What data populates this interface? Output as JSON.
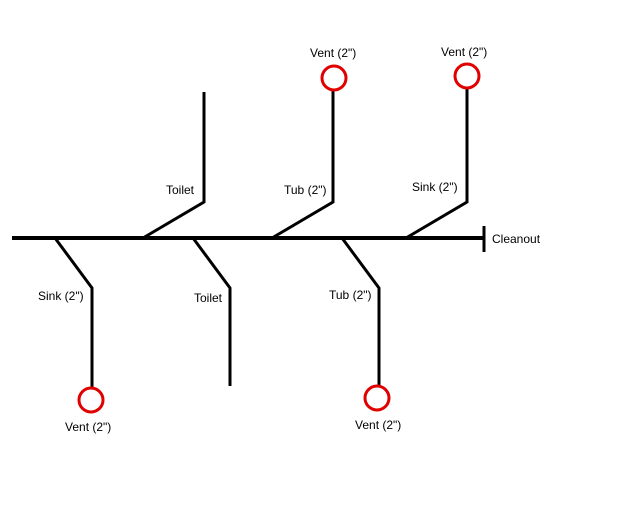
{
  "colors": {
    "background": "#ffffff",
    "pipe": "#000000",
    "vent": "#e00000"
  },
  "labels": {
    "cleanout": "Cleanout",
    "toilet_top": "Toilet",
    "tub_top": "Tub (2\")",
    "sink_top": "Sink (2\")",
    "vent_top_1": "Vent (2\")",
    "vent_top_2": "Vent (2\")",
    "sink_bottom": "Sink (2\")",
    "toilet_bottom": "Toilet",
    "tub_bottom": "Tub (2\")",
    "vent_bottom_1": "Vent (2\")",
    "vent_bottom_2": "Vent (2\")"
  }
}
